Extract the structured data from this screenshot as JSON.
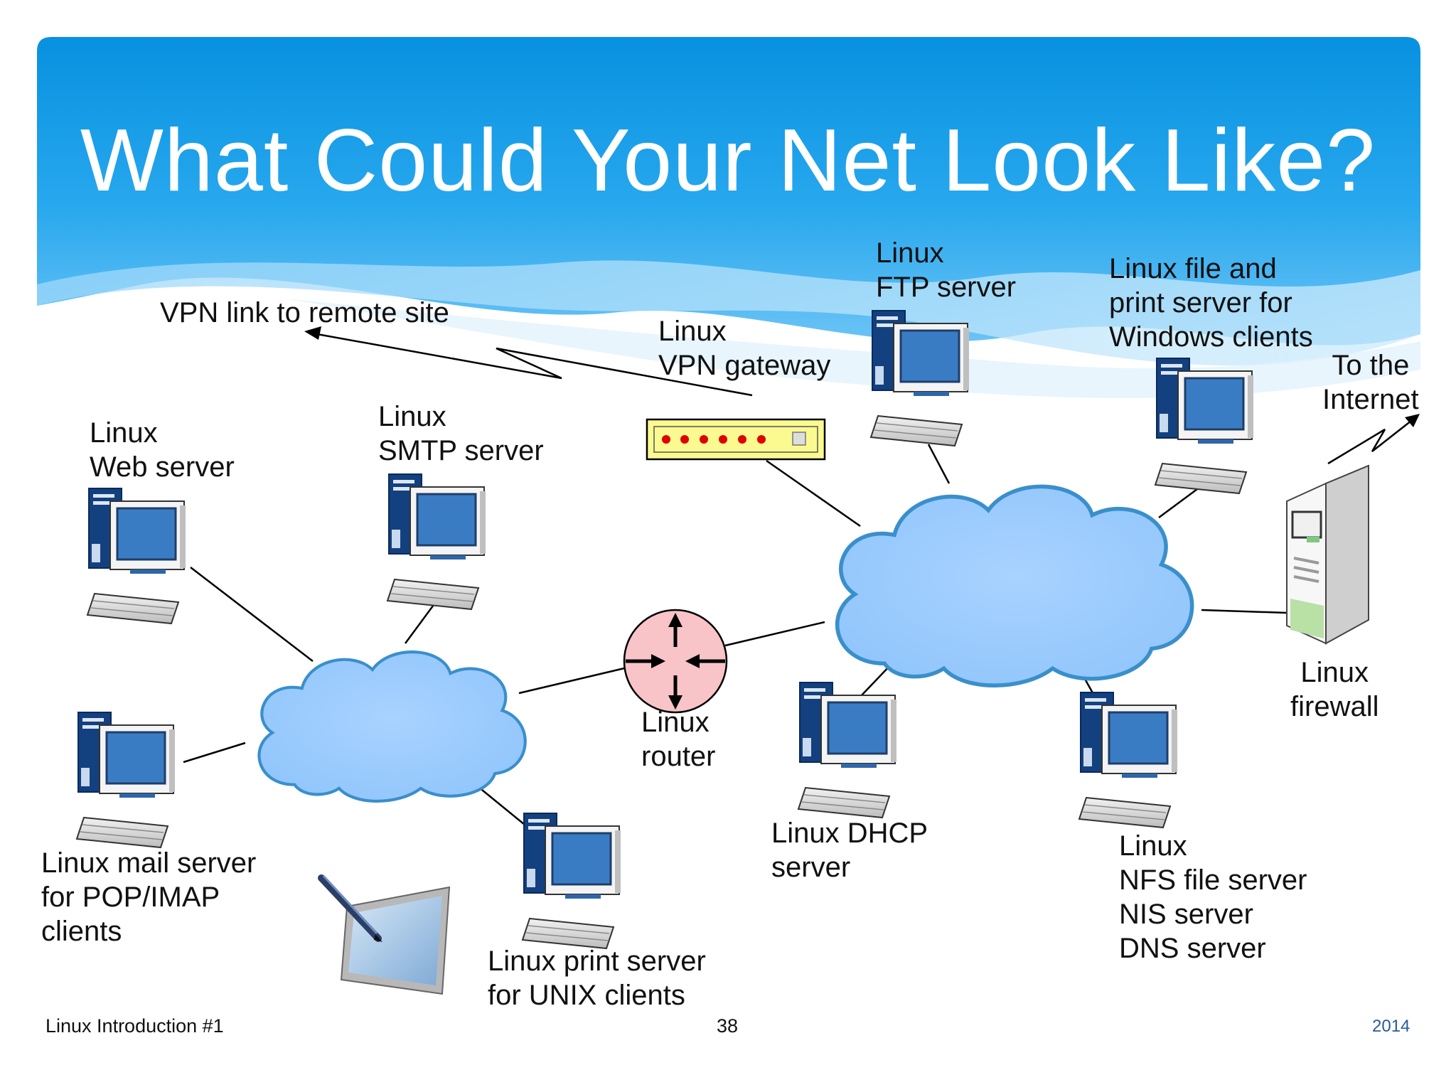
{
  "slide": {
    "title": "What Could Your Net Look Like?",
    "footer_left": "Linux Introduction #1",
    "page_number": "38",
    "year": "2014"
  },
  "diagram": {
    "colors": {
      "header_blue": "#0A8EDC",
      "cloud_fill": "#9CCBFF",
      "cloud_edge": "#3A8FCB",
      "router_fill": "#F8C4C8",
      "vpn_box_fill": "#FAFA90",
      "monitor_screen": "#3A7CC4",
      "tower_blue": "#13407F"
    },
    "labels": {
      "vpn_link": [
        "VPN link to remote site"
      ],
      "vpn_gateway": [
        "Linux",
        "VPN gateway"
      ],
      "ftp_server": [
        "Linux",
        "FTP server"
      ],
      "file_print_windows": [
        "Linux file and",
        "print server for",
        "Windows clients"
      ],
      "internet": [
        "To the",
        "Internet"
      ],
      "web_server": [
        "Linux",
        "Web server"
      ],
      "smtp_server": [
        "Linux",
        "SMTP server"
      ],
      "router": [
        "Linux",
        "router"
      ],
      "firewall": [
        "Linux",
        "firewall"
      ],
      "dhcp_server": [
        "Linux DHCP",
        "server"
      ],
      "nfs_server": [
        "Linux",
        "NFS file server",
        "NIS server",
        "DNS server"
      ],
      "mail_server": [
        "Linux mail server",
        "for POP/IMAP",
        "clients"
      ],
      "print_unix": [
        "Linux print server",
        "for UNIX clients"
      ]
    },
    "nodes": [
      {
        "name": "vpn-gateway",
        "icon": "vpn-gateway-icon"
      },
      {
        "name": "ftp-server",
        "icon": "computer-icon"
      },
      {
        "name": "file-print-server",
        "icon": "computer-icon"
      },
      {
        "name": "firewall",
        "icon": "firewall-tower-icon"
      },
      {
        "name": "web-server",
        "icon": "computer-icon"
      },
      {
        "name": "smtp-server",
        "icon": "computer-icon"
      },
      {
        "name": "router",
        "icon": "router-icon"
      },
      {
        "name": "dhcp-server",
        "icon": "computer-icon"
      },
      {
        "name": "nfs-server",
        "icon": "computer-icon"
      },
      {
        "name": "mail-server",
        "icon": "computer-icon"
      },
      {
        "name": "print-server-unix",
        "icon": "computer-icon"
      },
      {
        "name": "tablet",
        "icon": "tablet-pen-icon"
      }
    ]
  }
}
